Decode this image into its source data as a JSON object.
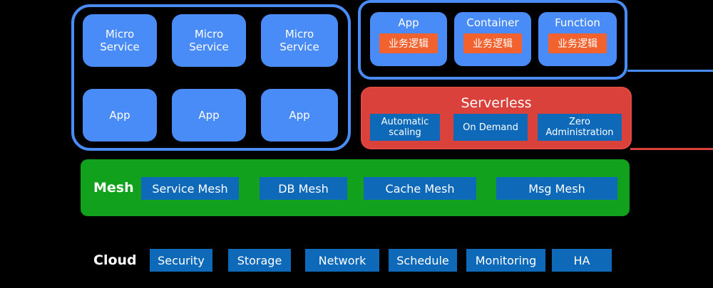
{
  "left_group": {
    "row1": [
      "Micro\nService",
      "Micro\nService",
      "Micro\nService"
    ],
    "row2": [
      "App",
      "App",
      "App"
    ]
  },
  "runtime_group": {
    "items": [
      {
        "label": "App",
        "tag": "业务逻辑"
      },
      {
        "label": "Container",
        "tag": "业务逻辑"
      },
      {
        "label": "Function",
        "tag": "业务逻辑"
      }
    ]
  },
  "serverless": {
    "title": "Serverless",
    "features": [
      "Automatic\nscaling",
      "On Demand",
      "Zero\nAdministration"
    ]
  },
  "mesh": {
    "label": "Mesh",
    "items": [
      "Service Mesh",
      "DB Mesh",
      "Cache Mesh",
      "Msg Mesh"
    ]
  },
  "cloud": {
    "label": "Cloud",
    "items": [
      "Security",
      "Storage",
      "Network",
      "Schedule",
      "Monitoring",
      "HA"
    ]
  },
  "colors": {
    "frame_blue": "#4a8cf7",
    "tag_orange": "#f2622e",
    "serverless_red": "#d9413a",
    "mesh_green": "#12a11c",
    "box_blue": "#0e6ab8",
    "background": "#000000"
  }
}
